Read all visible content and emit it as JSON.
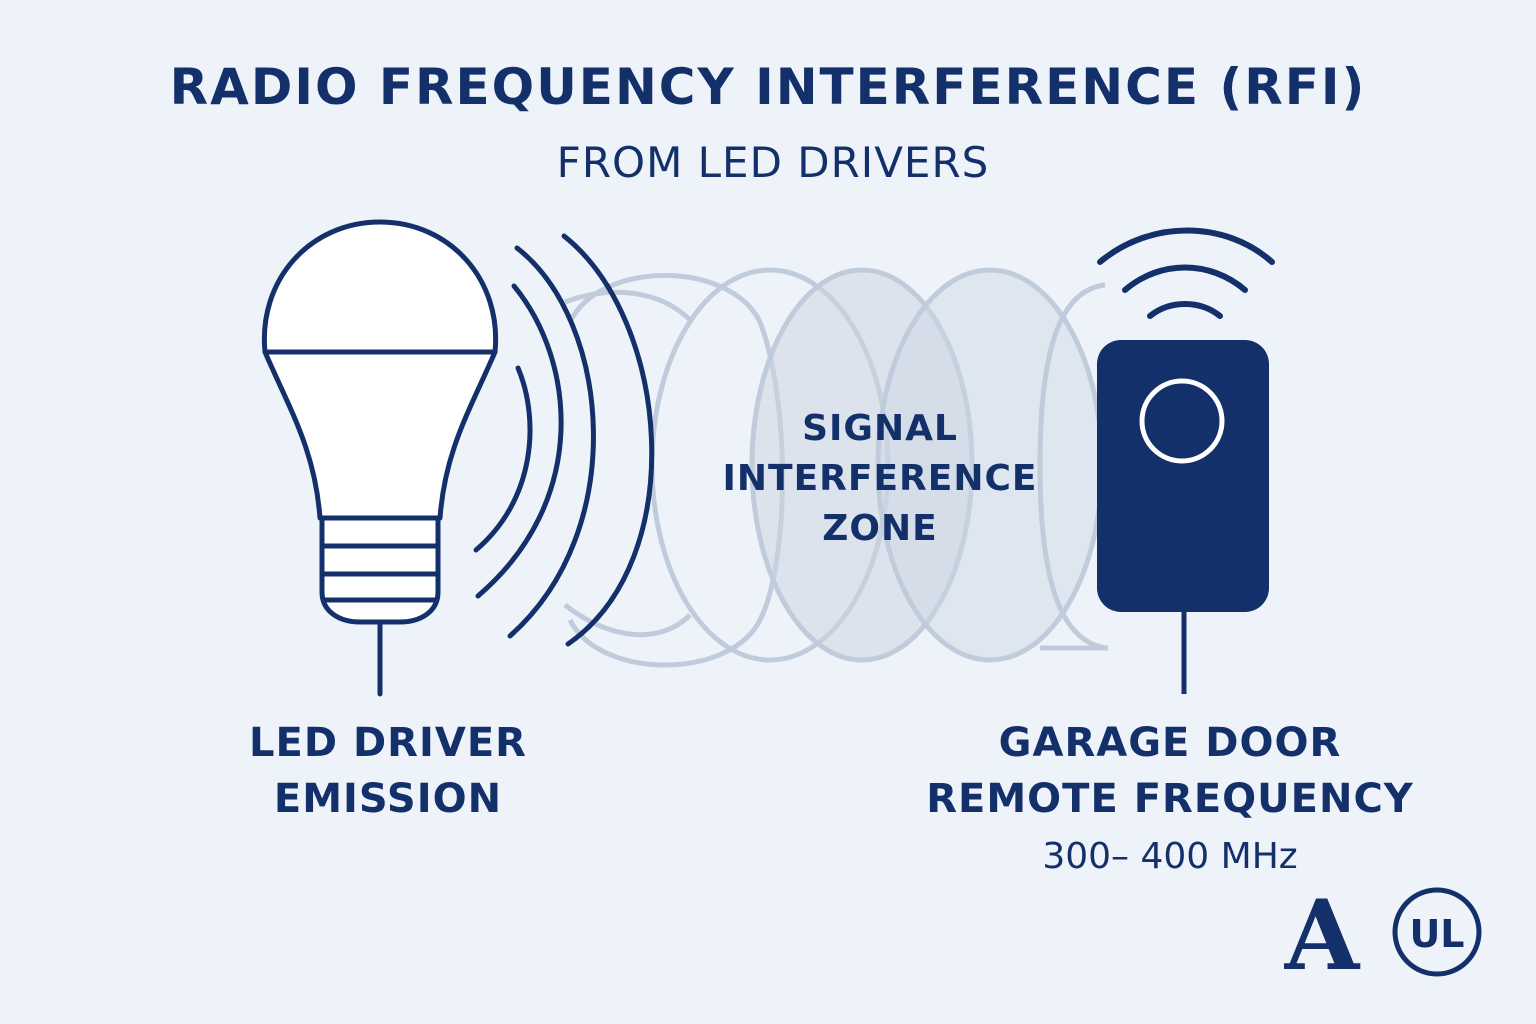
{
  "title": "RADIO FREQUENCY INTERFERENCE (RFI)",
  "subtitle": "FROM LED DRIVERS",
  "zone": {
    "line1": "SIGNAL",
    "line2": "INTERFERENCE",
    "line3": "ZONE"
  },
  "source": {
    "line1": "LED DRIVER",
    "line2": "EMISSION",
    "icon": "light-bulb-icon"
  },
  "receiver": {
    "line1": "GARAGE DOOR",
    "line2": "REMOTE FREQUENCY",
    "frequency": "300– 400 MHz",
    "icon": "garage-door-remote-icon"
  },
  "logos": {
    "a_logo": "A",
    "ul_logo": "UL"
  },
  "colors": {
    "navy": "#14306a",
    "background": "#eef3fa",
    "interference_wave": "#b9c6d6"
  }
}
